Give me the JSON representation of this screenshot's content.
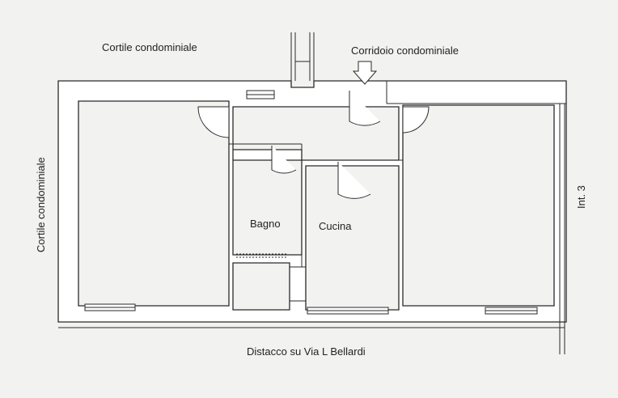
{
  "labels": {
    "courtyard_top": "Cortile condominiale",
    "corridor": "Corridoio condominiale",
    "courtyard_left": "Cortile condominiale",
    "bathroom": "Bagno",
    "kitchen": "Cucina",
    "unit": "Int. 3",
    "street_gap": "Distacco su Via L Bellardi"
  },
  "colors": {
    "paper": "#f2f2f0",
    "wall_fill": "#ffffff",
    "line": "#2a2a2a",
    "text": "#222222"
  }
}
